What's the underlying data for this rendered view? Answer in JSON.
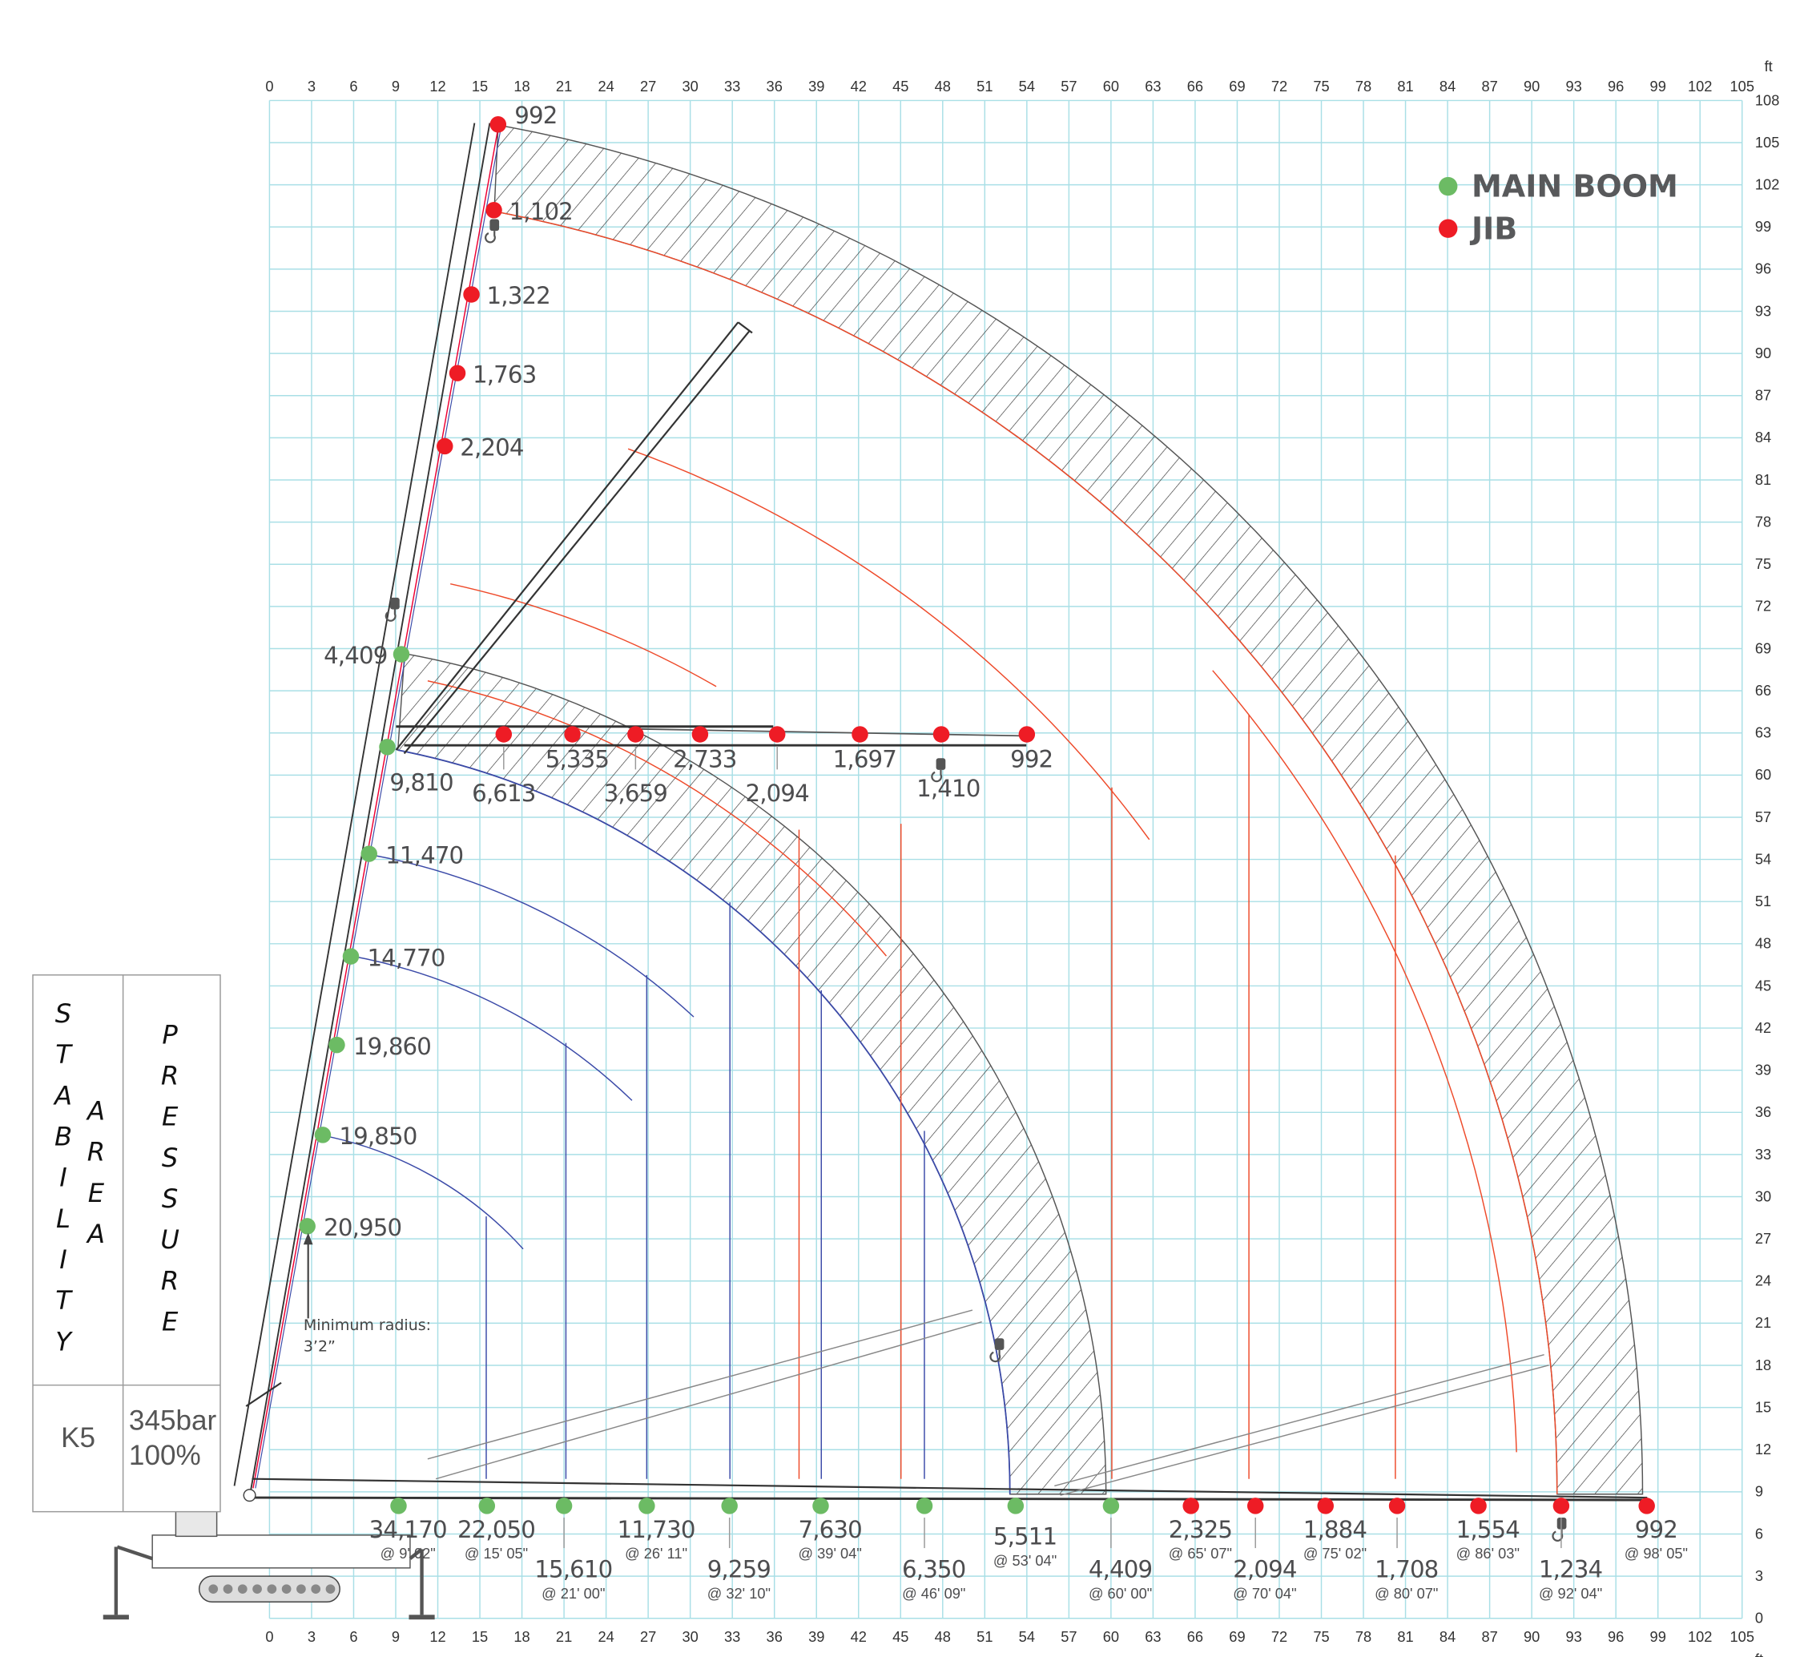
{
  "axes": {
    "unit": "ft",
    "x_ticks": [
      0,
      3,
      6,
      9,
      12,
      15,
      18,
      21,
      24,
      27,
      30,
      33,
      36,
      39,
      42,
      45,
      48,
      51,
      54,
      57,
      60,
      63,
      66,
      69,
      72,
      75,
      78,
      81,
      84,
      87,
      90,
      93,
      96,
      99,
      102,
      105
    ],
    "y_ticks": [
      0,
      3,
      6,
      9,
      12,
      15,
      18,
      21,
      24,
      27,
      30,
      33,
      36,
      39,
      42,
      45,
      48,
      51,
      54,
      57,
      60,
      63,
      66,
      69,
      72,
      75,
      78,
      81,
      84,
      87,
      90,
      93,
      96,
      99,
      102,
      105,
      108
    ],
    "xlim": [
      0,
      105
    ],
    "ylim": [
      0,
      108
    ],
    "grid": true
  },
  "legend": {
    "placement": "top-right",
    "items": [
      {
        "label": "MAIN BOOM",
        "color": "#6cbb64"
      },
      {
        "label": "JIB",
        "color": "#ee1c25"
      }
    ]
  },
  "colors": {
    "main_boom": "#6cbb64",
    "jib": "#ee1c25",
    "main_arc": "#3b4aa8",
    "jib_arc": "#ee4a2a",
    "grid": "#a9dfe6",
    "hatch": "#333333"
  },
  "info_box": {
    "stability": "STABILITY",
    "area": "AREA",
    "pressure": "PRESSURE",
    "model": "K5",
    "pressure_value": "345bar",
    "pressure_pct": "100%"
  },
  "min_radius_note": {
    "line1": "Minimum radius:",
    "line2": "3’2”"
  },
  "chart_data": {
    "type": "scatter",
    "main_boom_vertical": [
      {
        "load": "4,409",
        "radius_ft": 9.4,
        "height_ft": 68.6
      },
      {
        "load": "9,810",
        "radius_ft": 8.4,
        "height_ft": 62.0
      },
      {
        "load": "11,470",
        "radius_ft": 7.1,
        "height_ft": 54.4
      },
      {
        "load": "14,770",
        "radius_ft": 5.8,
        "height_ft": 47.1
      },
      {
        "load": "19,860",
        "radius_ft": 4.8,
        "height_ft": 40.8
      },
      {
        "load": "19,850",
        "radius_ft": 3.8,
        "height_ft": 34.4
      },
      {
        "load": "20,950",
        "radius_ft": 2.7,
        "height_ft": 27.9
      }
    ],
    "jib_vertical": [
      {
        "load": "992",
        "radius_ft": 16.3,
        "height_ft": 106.3
      },
      {
        "load": "1,102",
        "radius_ft": 16.0,
        "height_ft": 100.2
      },
      {
        "load": "1,322",
        "radius_ft": 14.4,
        "height_ft": 94.2
      },
      {
        "load": "1,763",
        "radius_ft": 13.4,
        "height_ft": 88.6
      },
      {
        "load": "2,204",
        "radius_ft": 12.5,
        "height_ft": 83.4
      }
    ],
    "jib_horizontal_63ft": [
      {
        "load": "6,613",
        "radius_ft": 16.7,
        "height_ft": 62.9
      },
      {
        "load": "5,335",
        "radius_ft": 21.6,
        "height_ft": 62.9
      },
      {
        "load": "3,659",
        "radius_ft": 26.1,
        "height_ft": 62.9
      },
      {
        "load": "2,733",
        "radius_ft": 30.7,
        "height_ft": 62.9
      },
      {
        "load": "2,094",
        "radius_ft": 36.2,
        "height_ft": 62.9
      },
      {
        "load": "1,697",
        "radius_ft": 42.1,
        "height_ft": 62.9
      },
      {
        "load": "1,410",
        "radius_ft": 47.9,
        "height_ft": 62.9
      },
      {
        "load": "992",
        "radius_ft": 54.0,
        "height_ft": 62.9
      }
    ],
    "main_boom_horizontal": [
      {
        "load": "34,170",
        "at": "@ 9' 02\"",
        "radius_ft": 9.2,
        "height_ft": 8.0
      },
      {
        "load": "22,050",
        "at": "@ 15' 05\"",
        "radius_ft": 15.5,
        "height_ft": 8.0
      },
      {
        "load": "15,610",
        "at": "@ 21' 00\"",
        "radius_ft": 21.0,
        "height_ft": 8.0
      },
      {
        "load": "11,730",
        "at": "@ 26' 11\"",
        "radius_ft": 26.9,
        "height_ft": 8.0
      },
      {
        "load": "9,259",
        "at": "@ 32' 10\"",
        "radius_ft": 32.8,
        "height_ft": 8.0
      },
      {
        "load": "7,630",
        "at": "@ 39' 04\"",
        "radius_ft": 39.3,
        "height_ft": 8.0
      },
      {
        "load": "6,350",
        "at": "@ 46' 09\"",
        "radius_ft": 46.7,
        "height_ft": 8.0
      },
      {
        "load": "5,511",
        "at": "@ 53' 04\"",
        "radius_ft": 53.2,
        "height_ft": 8.0
      },
      {
        "load": "4,409",
        "at": "@ 60' 00\"",
        "radius_ft": 60.0,
        "height_ft": 8.0
      }
    ],
    "jib_horizontal": [
      {
        "load": "2,325",
        "at": "@ 65' 07\"",
        "radius_ft": 65.7,
        "height_ft": 8.0
      },
      {
        "load": "2,094",
        "at": "@ 70' 04\"",
        "radius_ft": 70.3,
        "height_ft": 8.0
      },
      {
        "load": "1,884",
        "at": "@ 75' 02\"",
        "radius_ft": 75.3,
        "height_ft": 8.0
      },
      {
        "load": "1,708",
        "at": "@ 80' 07\"",
        "radius_ft": 80.4,
        "height_ft": 8.0
      },
      {
        "load": "1,554",
        "at": "@ 86' 03\"",
        "radius_ft": 86.2,
        "height_ft": 8.0
      },
      {
        "load": "1,234",
        "at": "@ 92' 04\"",
        "radius_ft": 92.1,
        "height_ft": 8.0
      },
      {
        "load": "992",
        "at": "@ 98' 05\"",
        "radius_ft": 98.2,
        "height_ft": 8.0
      }
    ]
  }
}
